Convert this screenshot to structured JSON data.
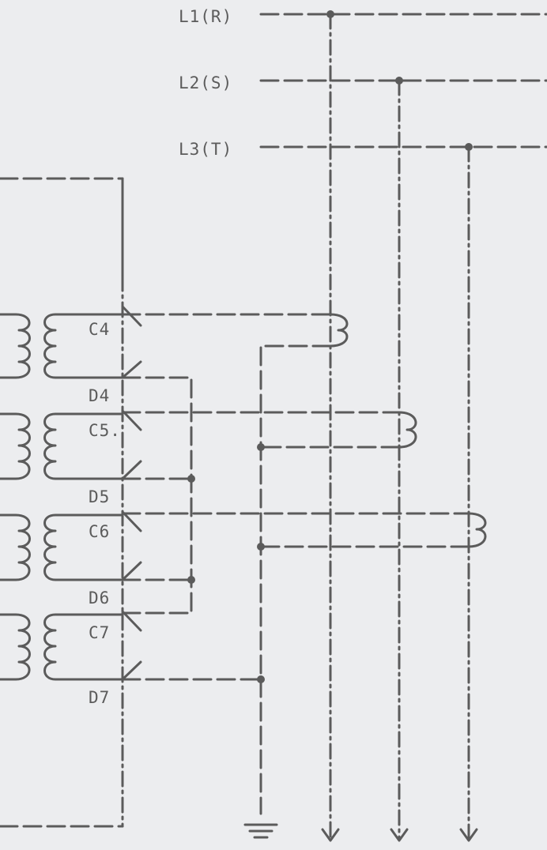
{
  "phases": [
    {
      "label": "L1(R)"
    },
    {
      "label": "L2(S)"
    },
    {
      "label": "L3(T)"
    }
  ],
  "contacts": [
    {
      "label": "C4"
    },
    {
      "label": "D4"
    },
    {
      "label": "C5."
    },
    {
      "label": "D5"
    },
    {
      "label": "C6"
    },
    {
      "label": "D6"
    },
    {
      "label": "C7"
    },
    {
      "label": "D7"
    }
  ],
  "colors": {
    "background": "#ecedef",
    "line": "#5b5b5b"
  }
}
